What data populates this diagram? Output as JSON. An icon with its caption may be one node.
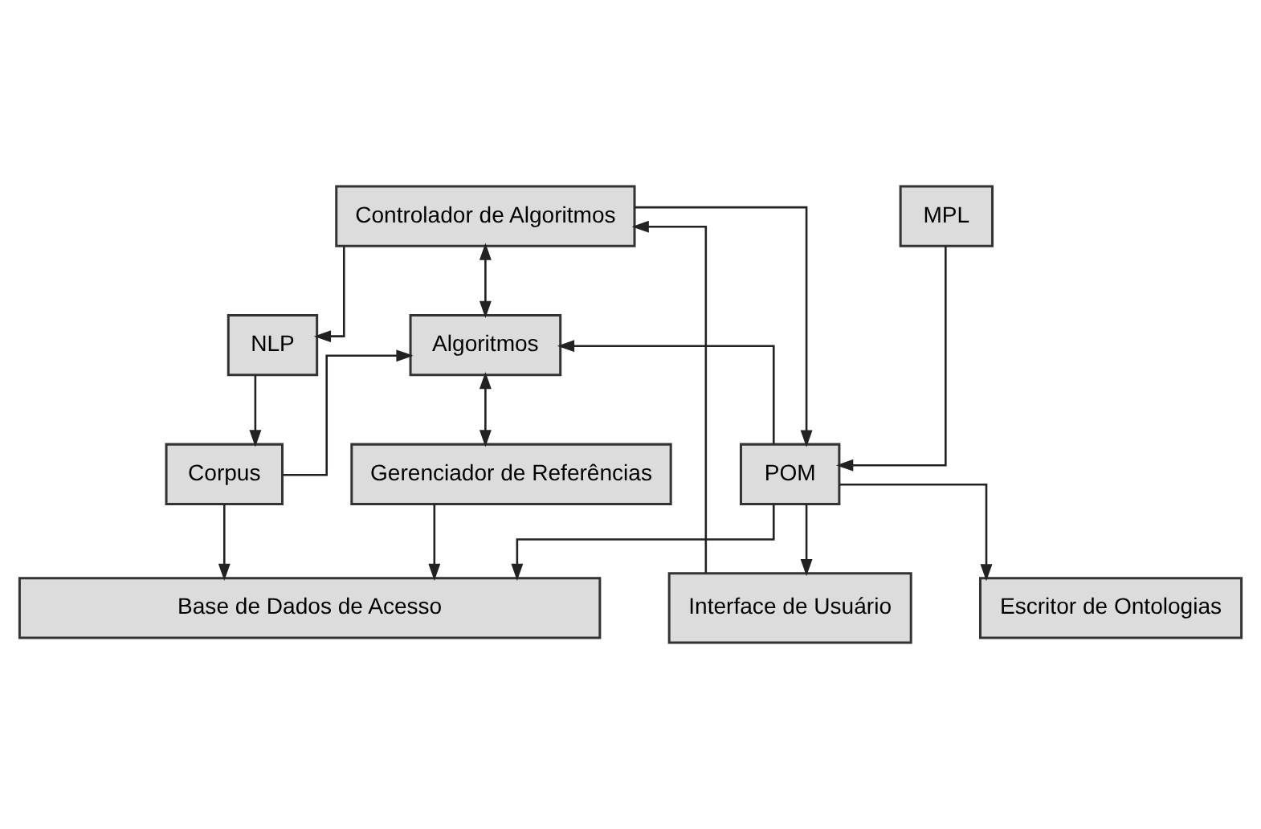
{
  "diagram": {
    "nodes": [
      {
        "text": [
          "NLP"
        ]
      },
      {
        "text": [
          "Controlador de Algoritmos"
        ]
      },
      {
        "text": [
          "MPL"
        ]
      },
      {
        "text": [
          "Algoritmos"
        ]
      },
      {
        "text": [
          "Corpus"
        ]
      },
      {
        "text": [
          "Gerenciador de Referências"
        ]
      },
      {
        "text": [
          "POM"
        ]
      },
      {
        "text": [
          "Interface de Usuário"
        ]
      },
      {
        "text": [
          "Escritor de Ontologias"
        ]
      },
      {
        "text": [
          "Base de Dados de Acesso"
        ]
      }
    ],
    "edges": [
      {
        "from": 7,
        "to": 1,
        "arrow": "to"
      },
      {
        "from": 1,
        "to": 0,
        "arrow": "to"
      },
      {
        "from": 1,
        "to": 6,
        "arrow": "to"
      },
      {
        "from": 2,
        "to": 6,
        "arrow": "to"
      },
      {
        "from": 1,
        "to": 3,
        "arrow": "both"
      },
      {
        "from": 0,
        "to": 4,
        "arrow": "to"
      },
      {
        "from": 4,
        "to": 3,
        "arrow": "to"
      },
      {
        "from": 6,
        "to": 3,
        "arrow": "to"
      },
      {
        "from": 3,
        "to": 5,
        "arrow": "both"
      },
      {
        "from": 6,
        "to": 7,
        "arrow": "to"
      },
      {
        "from": 6,
        "to": 8,
        "arrow": "to"
      },
      {
        "from": 4,
        "to": 9,
        "arrow": "to"
      },
      {
        "from": 5,
        "to": 9,
        "arrow": "to"
      },
      {
        "from": 6,
        "to": 9,
        "arrow": "to"
      }
    ]
  }
}
